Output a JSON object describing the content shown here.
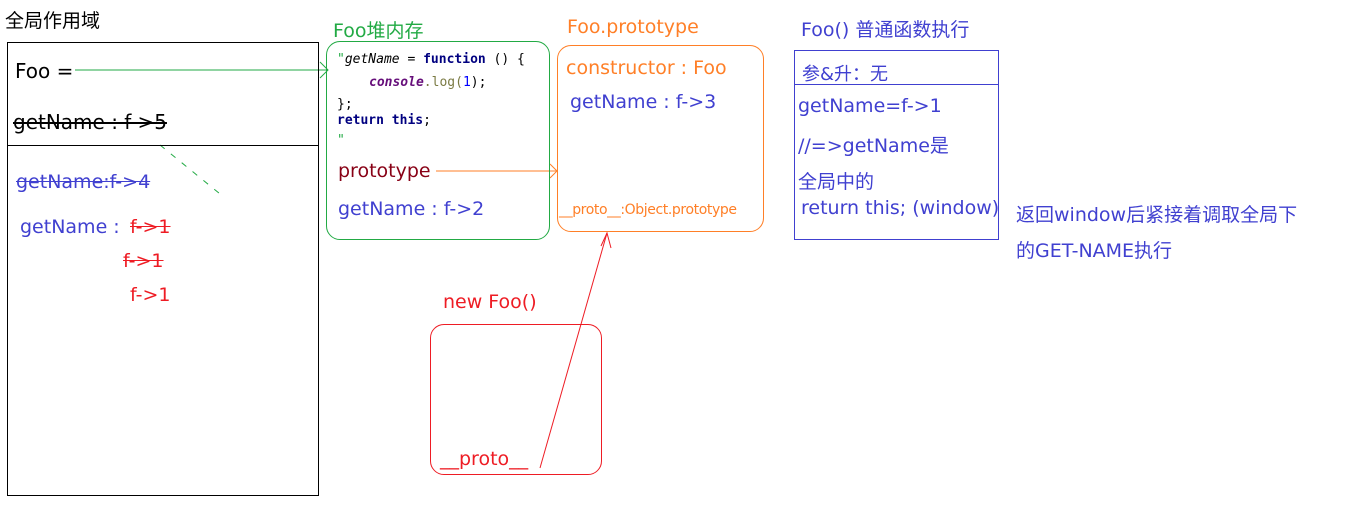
{
  "global_scope": {
    "title": "全局作用域",
    "foo": "Foo =",
    "getname5": "getName : f->5",
    "getname4": "getName:f->4",
    "getname_label": "getName :",
    "f1_a": "f->1",
    "f1_b": "f->1",
    "f1_c": "f->1"
  },
  "foo_heap": {
    "title": "Foo堆内存",
    "code": {
      "q1": "\"",
      "getname": "getName",
      "eq": " = ",
      "function": "function",
      "paren": " () {",
      "console": "console",
      "log": ".log(",
      "one": "1",
      "close": ");",
      "brace": "};",
      "ret": "return this",
      "semi": ";",
      "q2": "\""
    },
    "prototype": "prototype",
    "getname2": "getName : f->2"
  },
  "foo_prototype": {
    "title": "Foo.prototype",
    "constructor": "constructor : Foo",
    "getname3": "getName : f->3",
    "proto": "__proto__:Object.prototype"
  },
  "new_foo": {
    "title": "new Foo()",
    "proto": "__proto__"
  },
  "foo_exec": {
    "title": "Foo() 普通函数执行",
    "params": "参&升：无",
    "line1": "getName=f->1",
    "line2": "//=>getName是",
    "line3": "全局中的",
    "line4": "return this; (window)",
    "note1": "返回window后紧接着调取全局下",
    "note2": "的GET-NAME执行"
  },
  "colors": {
    "blue": "#4040d0",
    "green": "#22aa44",
    "orange": "#ff7f27",
    "red": "#ee1c24",
    "dark_red": "#880015"
  }
}
